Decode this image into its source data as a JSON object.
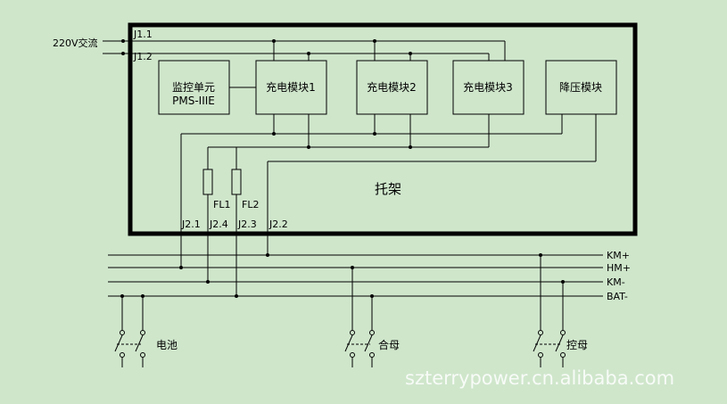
{
  "supply": {
    "label": "220V交流",
    "j1": "J1.1",
    "j2": "J1.2"
  },
  "rack": {
    "label": "托架"
  },
  "modules": {
    "monitor_line1": "监控单元",
    "monitor_line2": "PMS-IIIE",
    "charger1": "充电模块1",
    "charger2": "充电模块2",
    "charger3": "充电模块3",
    "stepdown": "降压模块"
  },
  "fuses": {
    "fl1": "FL1",
    "fl2": "FL2"
  },
  "terminals": {
    "j21": "J2.1",
    "j24": "J2.4",
    "j23": "J2.3",
    "j22": "J2.2"
  },
  "buses": {
    "km_plus": "KM+",
    "hm_plus": "HM+",
    "km_minus": "KM-",
    "bat_minus": "BAT-"
  },
  "loads": {
    "battery": "电池",
    "closing": "合母",
    "control": "控母"
  },
  "watermark": "szterrypower.cn.alibaba.com",
  "colors": {
    "background": "#cfe6cb",
    "line": "#000000"
  }
}
